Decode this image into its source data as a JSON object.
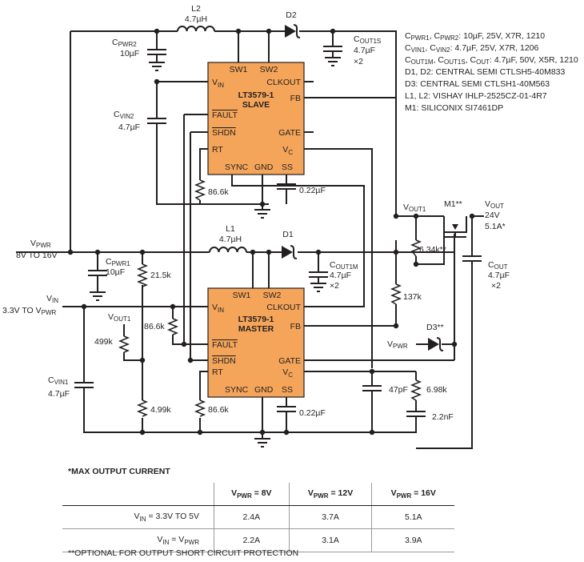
{
  "ic_slave": {
    "name_line1": "LT3579-1",
    "name_line2": "SLAVE",
    "pins_left": [
      "V",
      "FAULT",
      "SHDN",
      "RT"
    ],
    "vin_sub": "IN",
    "pins_right": [
      "CLKOUT",
      "FB",
      "GATE",
      "V"
    ],
    "vc_sub": "C",
    "pin_sw1": "SW1",
    "pin_sw2": "SW2",
    "pin_sync": "SYNC",
    "pin_gnd": "GND",
    "pin_ss": "SS"
  },
  "ic_master": {
    "name_line1": "LT3579-1",
    "name_line2": "MASTER",
    "pins_left": [
      "V",
      "FAULT",
      "SHDN",
      "RT"
    ],
    "vin_sub": "IN",
    "pins_right": [
      "CLKOUT",
      "FB",
      "GATE",
      "V"
    ],
    "vc_sub": "C",
    "pin_sw1": "SW1",
    "pin_sw2": "SW2",
    "pin_sync": "SYNC",
    "pin_gnd": "GND",
    "pin_ss": "SS"
  },
  "components": {
    "l2": {
      "ref": "L2",
      "value": "4.7µH"
    },
    "l1": {
      "ref": "L1",
      "value": "4.7µH"
    },
    "d2": {
      "ref": "D2"
    },
    "d1": {
      "ref": "D1"
    },
    "d3": {
      "ref": "D3**"
    },
    "m1": {
      "ref": "M1**"
    },
    "cpwr2": {
      "ref": "C",
      "sub": "PWR2",
      "value": "10µF"
    },
    "cpwr1": {
      "ref": "C",
      "sub": "PWR1",
      "value": "10µF"
    },
    "cvin2": {
      "ref": "C",
      "sub": "VIN2",
      "value": "4.7µF"
    },
    "cvin1": {
      "ref": "C",
      "sub": "VIN1",
      "value": "4.7µF"
    },
    "cout1s": {
      "ref": "C",
      "sub": "OUT1S",
      "value": "4.7µF",
      "mult": "×2"
    },
    "cout1m": {
      "ref": "C",
      "sub": "OUT1M",
      "value": "4.7µF",
      "mult": "×2"
    },
    "cout": {
      "ref": "C",
      "sub": "OUT",
      "value": "4.7µF",
      "mult": "×2"
    },
    "r_rt_slave": "86.6k",
    "r_rt_master": "86.6k",
    "c_ss_slave": "0.22µF",
    "c_ss_master": "0.22µF",
    "r_215k": "21.5k",
    "r_866k_fault": "86.6k",
    "r_499k": "499k",
    "r_499k2": "4.99k",
    "r_634k": "6.34k**",
    "r_137k": "137k",
    "r_698k": "6.98k",
    "c_47p": "47pF",
    "c_22n": "2.2nF"
  },
  "nets": {
    "vpwr": {
      "name": "V",
      "sub": "PWR",
      "range": "8V TO 16V"
    },
    "vin": {
      "name": "V",
      "sub": "IN",
      "range_pre": "3.3V TO V",
      "range_sub": "PWR"
    },
    "vout1": {
      "name": "V",
      "sub": "OUT1"
    },
    "vout": {
      "name": "V",
      "sub": "OUT",
      "v": "24V",
      "i": "5.1A*"
    },
    "vpwr_d3": {
      "name": "V",
      "sub": "PWR"
    }
  },
  "notes": [
    {
      "pre": "C",
      "s1": "PWR1",
      "mid": ", C",
      "s2": "PWR2",
      "post": ": 10µF, 25V, X7R, 1210"
    },
    {
      "pre": "C",
      "s1": "VIN1",
      "mid": ", C",
      "s2": "VIN2",
      "post": ": 4.7µF, 25V, X7R, 1206"
    },
    {
      "pre": "C",
      "s1": "OUT1M",
      "mid": ", C",
      "s2": "OUT1S",
      "post": ", C",
      "s3": "OUT",
      "post2": ": 4.7µF, 50V, X5R, 1210"
    },
    {
      "text": "D1, D2: CENTRAL SEMI CTLSH5-40M833"
    },
    {
      "text": "D3: CENTRAL SEMI CTLSH1-40M563"
    },
    {
      "text": "L1, L2: VISHAY IHLP-2525CZ-01-4R7"
    },
    {
      "text": "M1: SILICONIX SI7461DP"
    }
  ],
  "table": {
    "title": "*MAX OUTPUT CURRENT",
    "headers": [
      {
        "pre": "V",
        "sub": "PWR",
        "post": " = 8V"
      },
      {
        "pre": "V",
        "sub": "PWR",
        "post": " = 12V"
      },
      {
        "pre": "V",
        "sub": "PWR",
        "post": " = 16V"
      }
    ],
    "rows": [
      {
        "label_pre": "V",
        "label_sub": "IN",
        "label_post": " = 3.3V TO 5V",
        "values": [
          "2.4A",
          "3.7A",
          "5.1A"
        ]
      },
      {
        "label_pre": "V",
        "label_sub": "IN",
        "label_post": " = V",
        "label_sub2": "PWR",
        "values": [
          "2.2A",
          "3.1A",
          "3.9A"
        ]
      }
    ],
    "footnote": "**OPTIONAL FOR OUTPUT SHORT CIRCUIT PROTECTION"
  }
}
